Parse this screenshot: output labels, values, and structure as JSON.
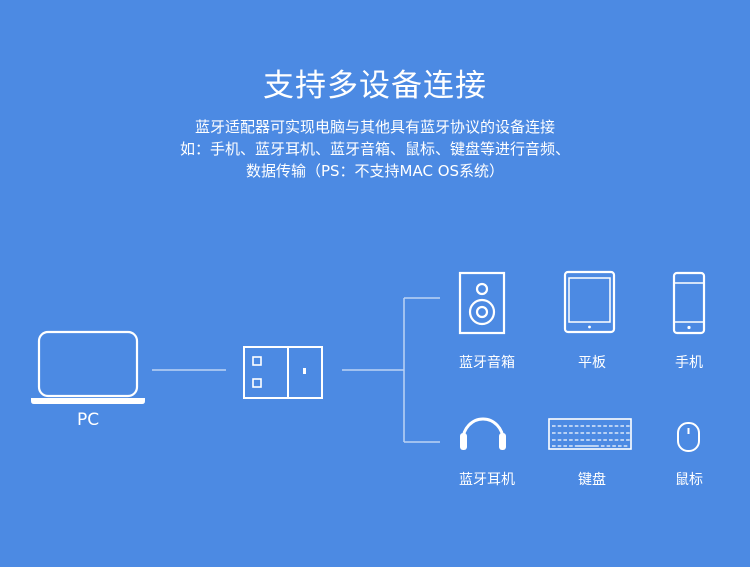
{
  "header": {
    "title": "支持多设备连接",
    "desc_line1": "蓝牙适配器可实现电脑与其他具有蓝牙协议的设备连接",
    "desc_line2": "如：手机、蓝牙耳机、蓝牙音箱、鼠标、键盘等进行音频、",
    "desc_line3": "数据传输（PS：不支持MAC OS系统）"
  },
  "source": {
    "label": "PC",
    "icon": "laptop-icon"
  },
  "adapter": {
    "icon": "usb-adapter-icon"
  },
  "devices": [
    {
      "label": "蓝牙音箱",
      "icon": "speaker-icon"
    },
    {
      "label": "平板",
      "icon": "tablet-icon"
    },
    {
      "label": "手机",
      "icon": "phone-icon"
    },
    {
      "label": "蓝牙耳机",
      "icon": "headphones-icon"
    },
    {
      "label": "键盘",
      "icon": "keyboard-icon"
    },
    {
      "label": "鼠标",
      "icon": "mouse-icon"
    }
  ],
  "colors": {
    "background": "#4c8ae3",
    "foreground": "#ffffff",
    "line": "#bcd3f5"
  }
}
